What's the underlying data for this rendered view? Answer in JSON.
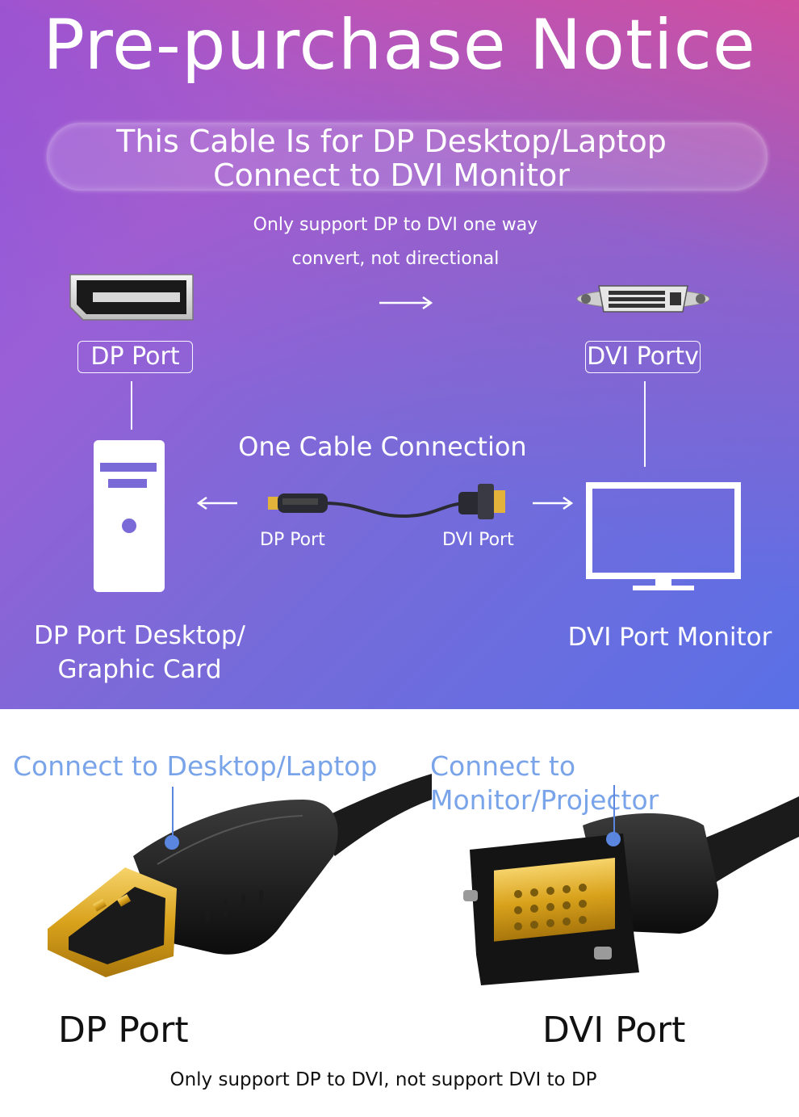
{
  "header": {
    "title": "Pre-purchase Notice",
    "subtitle_line1": "This Cable Is for DP Desktop/Laptop",
    "subtitle_line2": "Connect to DVI Monitor",
    "note_line1": "Only support DP to DVI one way",
    "note_line2": "convert, not directional"
  },
  "diagram": {
    "dp_port_label": "DP Port",
    "dvi_port_label": "DVI Portv",
    "cable_title": "One Cable Connection",
    "cable_dp_label": "DP Port",
    "cable_dvi_label": "DVI Port",
    "pc_caption_line1": "DP Port Desktop/",
    "pc_caption_line2": "Graphic Card",
    "monitor_caption": "DVI Port Monitor"
  },
  "product": {
    "connect_desktop": "Connect to Desktop/Laptop",
    "connect_monitor": "Connect to Monitor/Projector",
    "dp_label": "DP Port",
    "dvi_label": "DVI Port",
    "footer_note": "Only support DP to DVI, not support DVI to DP"
  },
  "colors": {
    "gradient_start": "#8a55e0",
    "gradient_pink": "#de4a96",
    "gradient_blue": "#5a70e6",
    "label_blue": "#7aa4ea",
    "gold": "#e2b23a"
  }
}
